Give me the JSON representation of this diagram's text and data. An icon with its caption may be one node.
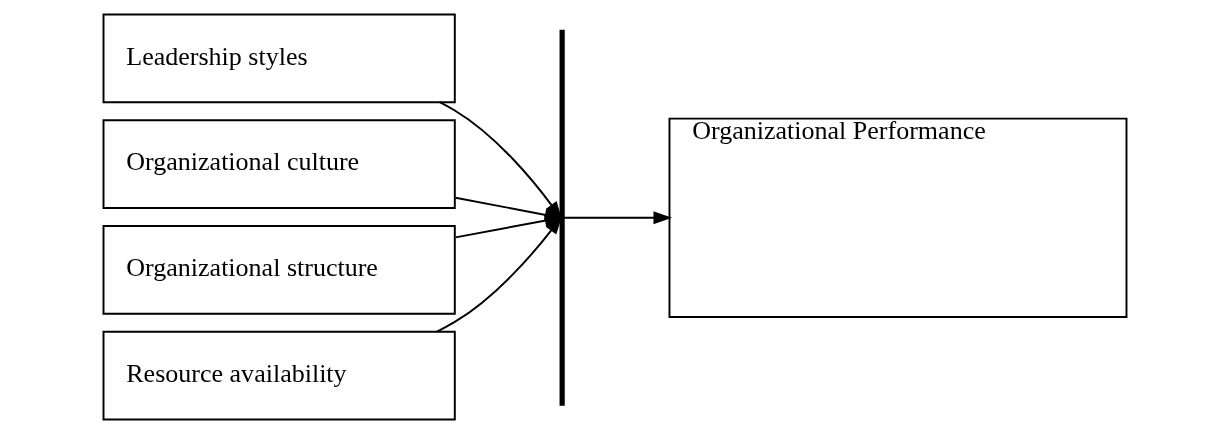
{
  "diagram": {
    "nodes": [
      {
        "text": [
          "Leadership styles"
        ]
      },
      {
        "text": [
          "Organizational culture"
        ]
      },
      {
        "text": [
          "Organizational structure"
        ]
      },
      {
        "text": [
          "Resource availability"
        ]
      },
      {
        "text": [],
        "shape": "bar"
      },
      {
        "text": [
          "Organizational Performance"
        ]
      }
    ],
    "edges": [
      {
        "from": 0,
        "to": 4,
        "arrow": "to"
      },
      {
        "from": 1,
        "to": 4,
        "arrow": "to"
      },
      {
        "from": 2,
        "to": 4,
        "arrow": "to"
      },
      {
        "from": 3,
        "to": 4,
        "arrow": "to"
      },
      {
        "from": 4,
        "to": 5,
        "arrow": "to"
      }
    ]
  }
}
